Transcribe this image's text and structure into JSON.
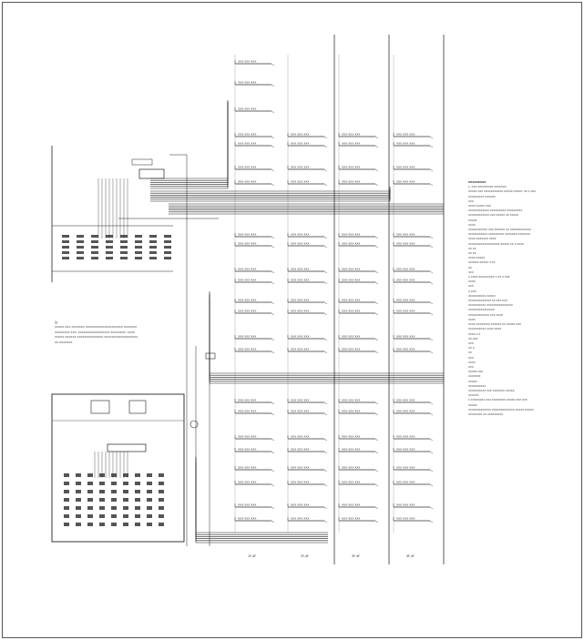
{
  "drawing": {
    "column_labels": [
      "1F-4F",
      "2F-4F",
      "3F-4F",
      "4F-4F"
    ],
    "cell_label": "XXX XXX XXX",
    "remark": {
      "mark": "注:",
      "lines": [
        "XXXXX XXX XXXXXXX XXXXXXXXXXXXXXXXXXXX XXXXXXX",
        "XXXXXXXX XXX, XXXXXXXXXXXXXXXXX XXXXXXXX, XXXX",
        "XXXXX XXXXXX XXXXXXXXXXXXXX XXXXXXXXXXXXXXXXXX",
        "XX XXXXXXX"
      ]
    },
    "notes_title": "XXXXXXXXX",
    "notes": [
      "1. XXX XXXXXXXXX XXXXXXX",
      "XXXXX XXX XXXXXXXXXXX XXXXX XXXXX: XX 1:100",
      "XXXXXXXXX XXXXXX",
      "XXX",
      "XXXX XXXXX XXX",
      "XXXXXXXXXXXX XXXXXXXXX XXXXXXXXX",
      "XXXXXXXXXXXX XXX XXXXX XX XXXXX",
      "XXXXX",
      "XXXX",
      "XXXXXXXXXXX XXX XXXXXX XX XXXXXXXXXXXX",
      "XXXXXXXXXXX XXXXXXXXX XXXXXXX XXXXXXX",
      "XXXX XXXXXXX XXXX",
      "XXXXXXXXXXXXXXXXXX XXXXX XX X XXXX",
      "XX XX",
      "XX XX",
      "XXXX XXXXX",
      "XXXXXX XXXXX X XX",
      "XX",
      "XXX",
      "X XXXX XXXXXXXXX X XX X XXX",
      "XXXX",
      "XXX",
      "X XXX",
      "XXXXXXXXXX XXXXX",
      "XXXXXXXXXXXXX XX XXX XXX",
      "XXXXXXXXXX XXXXXXXXXXXXXXX",
      "XXXXXXXXXXXXXXX",
      "XXXXXXXXXXXX XXX XXXX",
      "XXXX",
      "XXXX XXXXXXXX XXXXXX XX XXXXX XXX",
      "XXXXXXXXXX XXXX XXXX",
      "XXXX X X",
      "XX XXX",
      "XXX",
      "XX X",
      "XX",
      "XXX",
      "XXXX",
      "XXX",
      "XXXXX XXX",
      "XXXXXXX",
      "XXXXX",
      "XXXXXXXXXX",
      "XXXXXXXXXX XXX XXXXXXX XXXXX",
      "XXXXXX",
      "X XXXXXXXX XXX XXXXXXXX XXXXX XXX XXX",
      "XXXXX",
      "XXXXXXXXXXXXX XXXXXXXXXXXXX XXXXX XXXXX",
      "XXXXXXXX XX XXXXXXXXX"
    ]
  }
}
